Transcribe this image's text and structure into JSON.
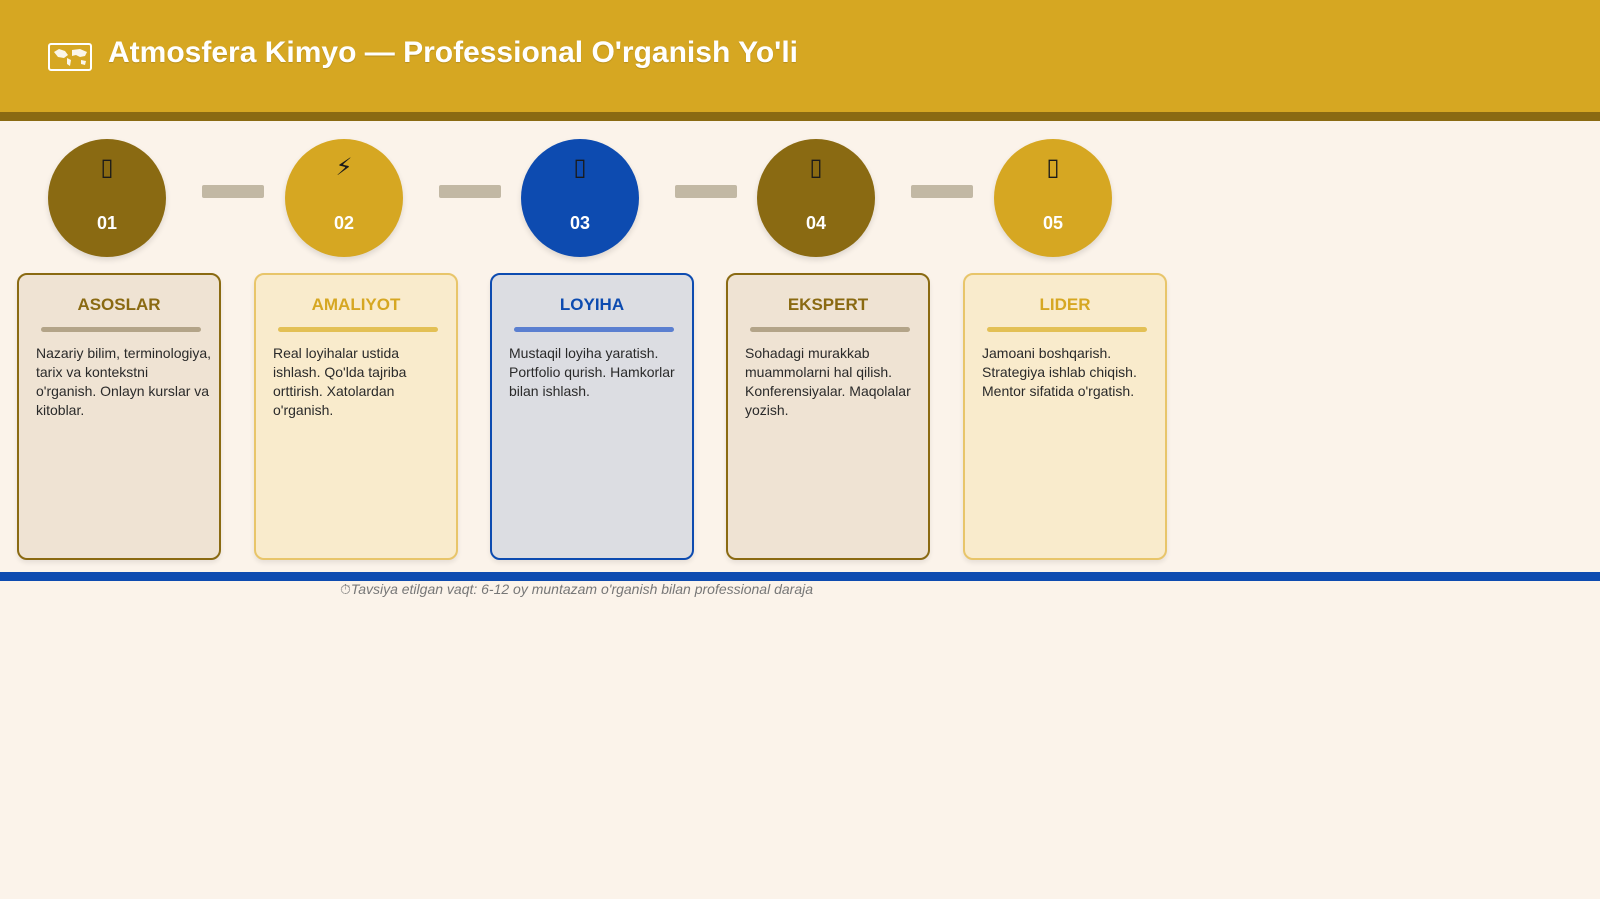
{
  "header": {
    "title": "Atmosfera Kimyo — Professional O'rganish Yo'li",
    "icon": "world-map-icon"
  },
  "colors": {
    "header_bg": "#d6a722",
    "header_rule": "#8a6a12",
    "page_bg": "#fbf3ea",
    "accent_brown": "#8a6a12",
    "accent_gold": "#d6a722",
    "accent_blue": "#0d4bb0",
    "connector": "#c2b8a4"
  },
  "steps": [
    {
      "number": "01",
      "glyph": "▯",
      "icon": "placeholder-icon",
      "title": "ASOSLAR",
      "description": "Nazariy bilim, terminologiya, tarix va kontekstni o'rganish. Onlayn kurslar va kitoblar."
    },
    {
      "number": "02",
      "glyph": "⚡",
      "icon": "lightning-icon",
      "title": "AMALIYOT",
      "description": "Real loyihalar ustida ishlash. Qo'lda tajriba orttirish. Xatolardan o'rganish."
    },
    {
      "number": "03",
      "glyph": "▯",
      "icon": "placeholder-icon",
      "title": "LOYIHA",
      "description": "Mustaqil loyiha yaratish. Portfolio qurish. Hamkorlar bilan ishlash."
    },
    {
      "number": "04",
      "glyph": "▯",
      "icon": "placeholder-icon",
      "title": "EKSPERT",
      "description": "Sohadagi murakkab muammolarni hal qilish. Konferensiyalar. Maqolalar yozish."
    },
    {
      "number": "05",
      "glyph": "▯",
      "icon": "placeholder-icon",
      "title": "LIDER",
      "description": "Jamoani boshqarish. Strategiya ishlab chiqish. Mentor sifatida o'rgatish."
    }
  ],
  "footer": {
    "clock_glyph": "⏱",
    "note": "Tavsiya etilgan vaqt: 6-12 oy muntazam o'rganish bilan professional daraja"
  }
}
